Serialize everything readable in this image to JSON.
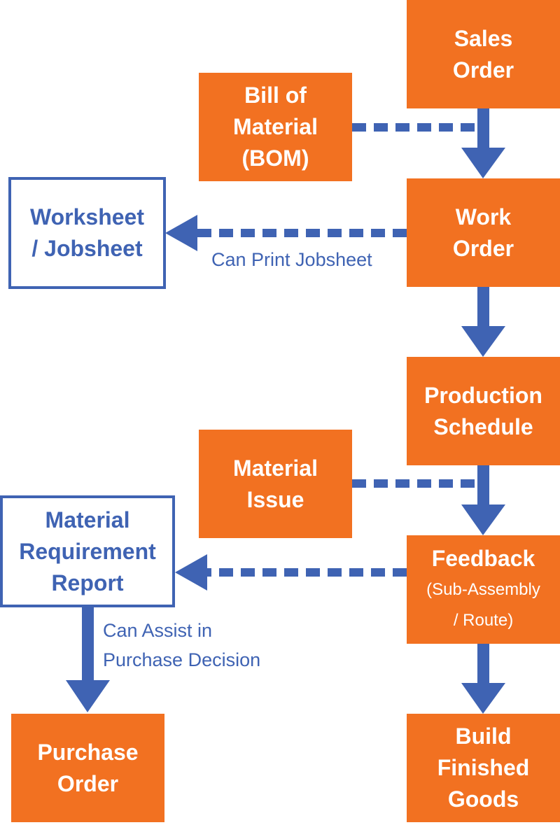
{
  "colors": {
    "orange": "#f27121",
    "blue": "#3f63b3",
    "white": "#ffffff"
  },
  "nodes": {
    "sales_order": [
      "Sales",
      "Order"
    ],
    "bom": [
      "Bill of",
      "Material",
      "(BOM)"
    ],
    "worksheet": [
      "Worksheet",
      "/ Jobsheet"
    ],
    "work_order": [
      "Work",
      "Order"
    ],
    "production_schedule": [
      "Production",
      "Schedule"
    ],
    "material_issue": [
      "Material",
      "Issue"
    ],
    "material_requirement_report": [
      "Material",
      "Requirement",
      "Report"
    ],
    "feedback": {
      "title": "Feedback",
      "sub": [
        "(Sub-Assembly",
        "/ Route)"
      ]
    },
    "purchase_order": [
      "Purchase",
      "Order"
    ],
    "build_finished_goods": [
      "Build",
      "Finished",
      "Goods"
    ]
  },
  "notes": {
    "print_jobsheet": "Can Print Jobsheet",
    "assist_purchase": [
      "Can Assist in",
      "Purchase Decision"
    ]
  }
}
